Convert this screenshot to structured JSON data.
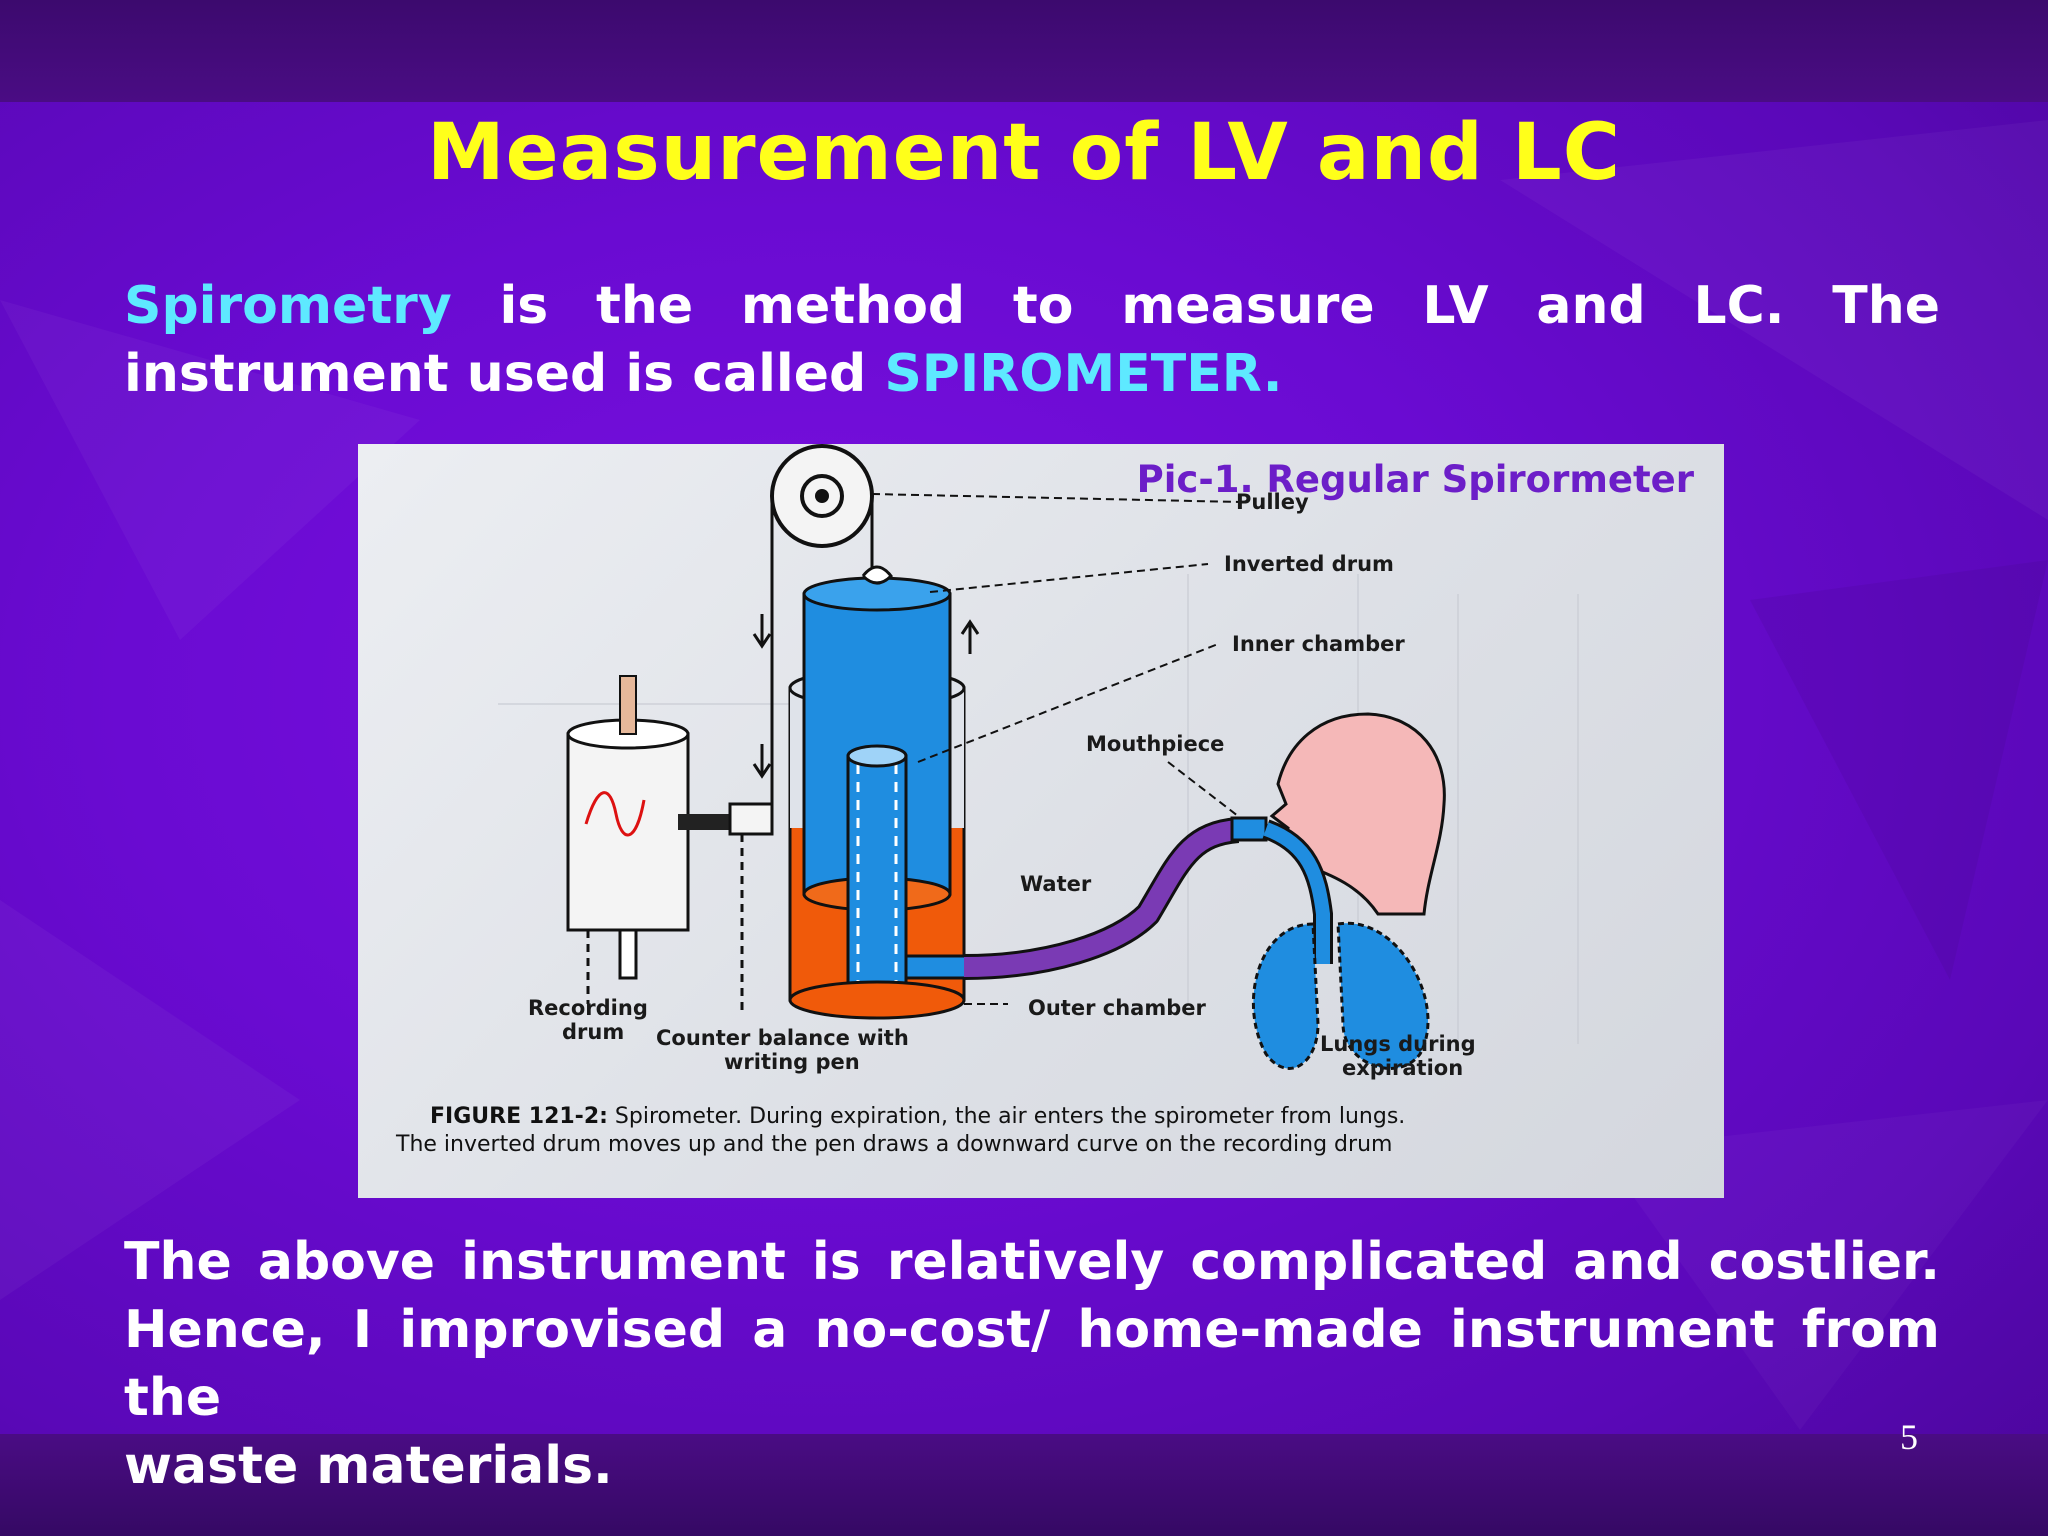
{
  "slide": {
    "title": "Measurement of LV and LC",
    "intro": {
      "term": "Spirometry",
      "text_a": " is the method to measure LV and LC. The instrument used is called ",
      "instrument": "SPIROMETER."
    },
    "figure": {
      "pic_caption": "Pic-1. Regular Spirormeter",
      "labels": {
        "pulley": "Pulley",
        "inverted_drum": "Inverted drum",
        "inner_chamber": "Inner chamber",
        "mouthpiece": "Mouthpiece",
        "water": "Water",
        "outer_chamber": "Outer chamber",
        "recording_drum_1": "Recording",
        "recording_drum_2": "drum",
        "counter_balance_1": "Counter balance with",
        "counter_balance_2": "writing pen",
        "lungs_1": "Lungs during",
        "lungs_2": "expiration"
      },
      "caption_bold": "FIGURE 121-2:",
      "caption_line1": " Spirometer. During expiration, the air enters the spirometer from lungs.",
      "caption_line2": "The inverted drum moves up and the pen draws a downward curve on the recording drum"
    },
    "outro": {
      "line1": "The above instrument is relatively complicated and costlier.",
      "line2": "Hence, I improvised a no-cost/ home-made instrument from the",
      "line3": "waste materials."
    },
    "page_number": "5",
    "colors": {
      "title": "#ffff1a",
      "highlight": "#5ee9ff",
      "background": "#6a0bd2"
    }
  }
}
